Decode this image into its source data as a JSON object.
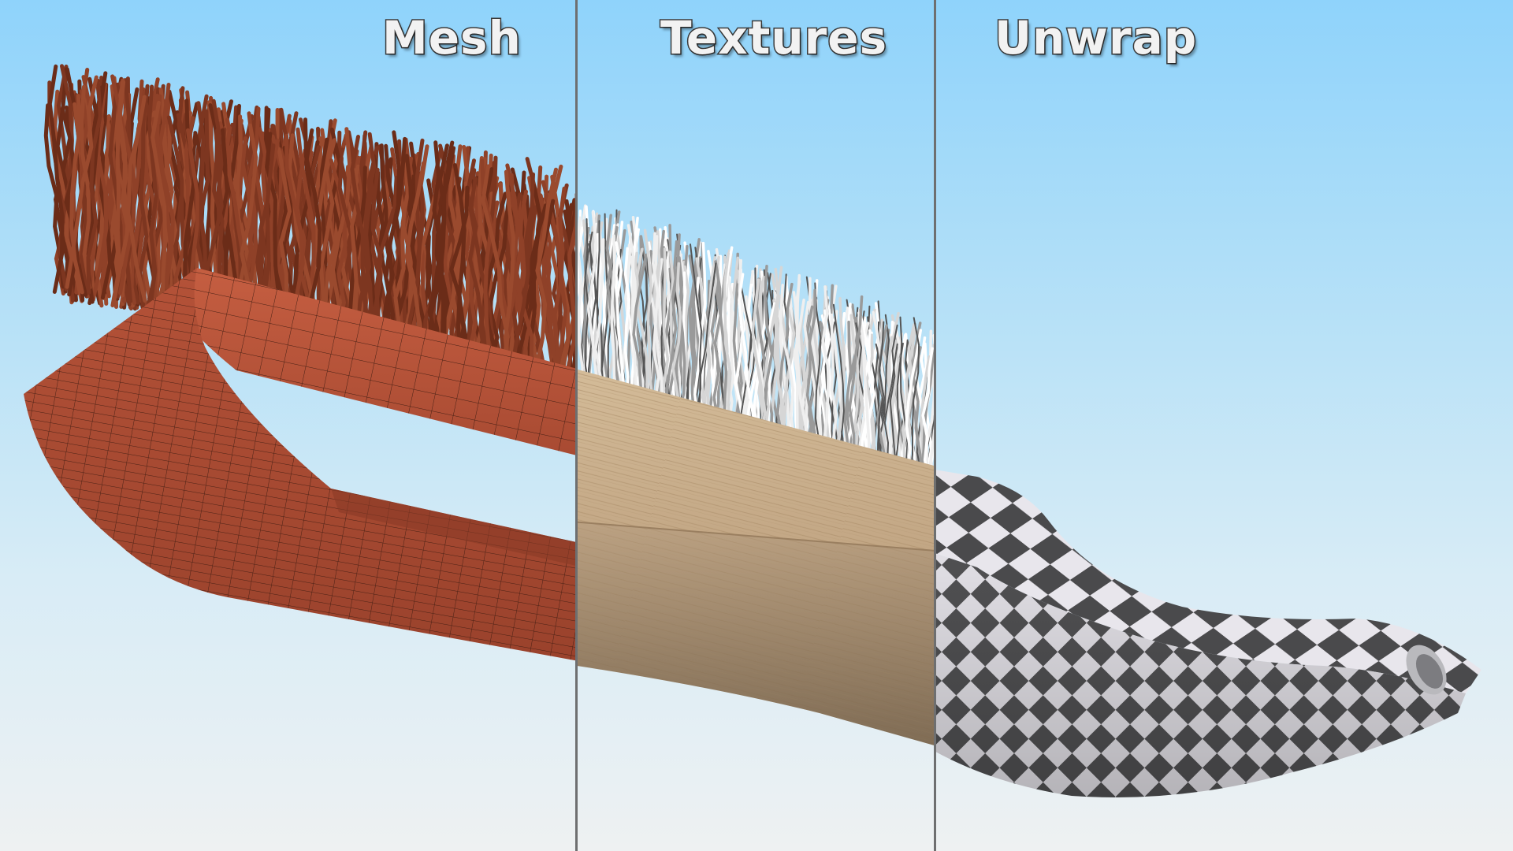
{
  "panels": [
    {
      "title": "Mesh",
      "material": "wireframe-terracotta"
    },
    {
      "title": "Textures",
      "material": "wood-and-steel-bristles"
    },
    {
      "title": "Unwrap",
      "material": "checker-uv"
    }
  ],
  "colors": {
    "sky_top": "#8fd3fb",
    "sky_bottom": "#eef1f2",
    "mesh_clay": "#b9553a",
    "bristle_rust": "#8a3b22",
    "wood": "#c8ae8c",
    "steel": "#d8d8d8",
    "checker_dark": "#4a4a4c",
    "checker_light": "#e8e6ec",
    "divider": "#6e6f70"
  }
}
